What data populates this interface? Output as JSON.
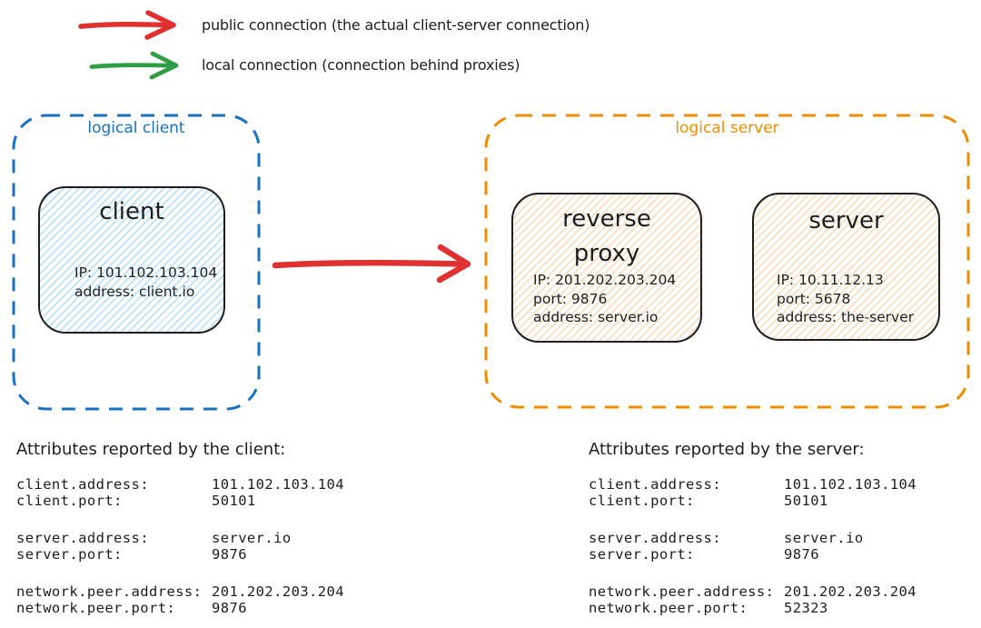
{
  "colors": {
    "ink": "#1e1e1e",
    "red": "#e03131",
    "green": "#2f9e44",
    "blue": "#1971c2",
    "orange": "#f08c00",
    "client_fill": "#a5d8ff",
    "server_fill": "#ffd8a8"
  },
  "legend": {
    "public": {
      "label": "public connection (the actual client-server connection)",
      "arrow": "red-arrow-icon"
    },
    "local": {
      "label": "local connection (connection behind proxies)",
      "arrow": "green-arrow-icon"
    }
  },
  "logical_client": {
    "label": "logical client",
    "client": {
      "title": "client",
      "ip": "IP: 101.102.103.104",
      "address": "address: client.io"
    }
  },
  "logical_server": {
    "label": "logical server",
    "reverse_proxy": {
      "title": "reverse proxy",
      "ip": "IP: 201.202.203.204",
      "port": "port: 9876",
      "address": "address: server.io"
    },
    "server": {
      "title": "server",
      "ip": "IP: 10.11.12.13",
      "port": "port: 5678",
      "address": "address: the-server"
    }
  },
  "client_attributes": {
    "title": "Attributes reported by the client:",
    "rows": [
      {
        "key": "client.address:",
        "value": "101.102.103.104"
      },
      {
        "key": "client.port:",
        "value": "50101"
      },
      {
        "key": "server.address:",
        "value": "server.io"
      },
      {
        "key": "server.port:",
        "value": "9876"
      },
      {
        "key": "network.peer.address:",
        "value": "201.202.203.204"
      },
      {
        "key": "network.peer.port:",
        "value": "9876"
      }
    ]
  },
  "server_attributes": {
    "title": "Attributes reported by the server:",
    "rows": [
      {
        "key": "client.address:",
        "value": "101.102.103.104"
      },
      {
        "key": "client.port:",
        "value": "50101"
      },
      {
        "key": "server.address:",
        "value": "server.io"
      },
      {
        "key": "server.port:",
        "value": "9876"
      },
      {
        "key": "network.peer.address:",
        "value": "201.202.203.204"
      },
      {
        "key": "network.peer.port:",
        "value": "52323"
      }
    ]
  }
}
